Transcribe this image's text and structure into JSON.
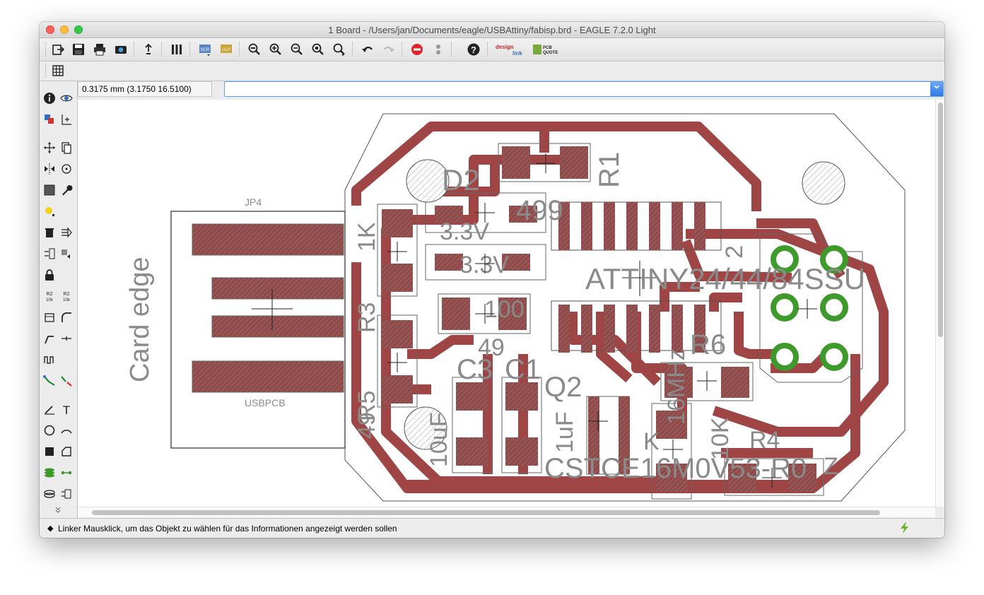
{
  "window": {
    "title": "1 Board - /Users/jan/Documents/eagle/USBAttiny/fabisp.brd - EAGLE 7.2.0 Light"
  },
  "toolbar": {
    "icons": [
      "open-icon",
      "save-icon",
      "print-icon",
      "cam-icon",
      "export-icon",
      "layers-icon",
      "script-icon",
      "ulp-icon",
      "zoom-fit-icon",
      "zoom-in-icon",
      "zoom-out-icon",
      "zoom-select-icon",
      "zoom-redraw-icon",
      "undo-icon",
      "redo-icon",
      "stop-icon",
      "go-icon",
      "help-icon",
      "design-link-icon",
      "pcb-quote-icon"
    ],
    "design_link_label": "design\nlink",
    "pcb_quote_label": "PCB QUOTE"
  },
  "grid_button": {
    "icon": "grid-icon"
  },
  "coordinate_display": "0.3175 mm (3.1750 16.5100)",
  "command_line": {
    "value": "",
    "placeholder": ""
  },
  "status_bar": {
    "message": "Linker Mausklick, um das Objekt zu wählen für das Informationen angezeigt werden sollen"
  },
  "board": {
    "labels": {
      "card_edge": "Card edge",
      "jp4": "JP4",
      "usbpcb": "USBPCB",
      "d2": "D2",
      "d2_value": "3.3V",
      "r1": "R1",
      "r1_value": "499",
      "attiny": "ATTINY24/44/84SSU",
      "r6": "R6",
      "c3": "C3",
      "c1": "C1",
      "q2": "Q2",
      "q2_value": "16MHz",
      "r4": "R4",
      "crystal": "CSTCE16M0V53-R0",
      "c1_value": "1uF",
      "c3_value": "10uF",
      "r3": "R3",
      "r3_value": "1K",
      "r5": "R5",
      "r5_value": "49",
      "d1_value": "3.3V",
      "r2_value": "100",
      "r4_value": "10K",
      "label_49": "49",
      "label_z": "Z",
      "label_2": "2",
      "label_k": "K"
    },
    "colors": {
      "trace": "#a04545",
      "pad": "#8f4a4a",
      "via_ring": "#3e9a2a",
      "label": "#8a8a8a",
      "outline": "#555555"
    }
  }
}
